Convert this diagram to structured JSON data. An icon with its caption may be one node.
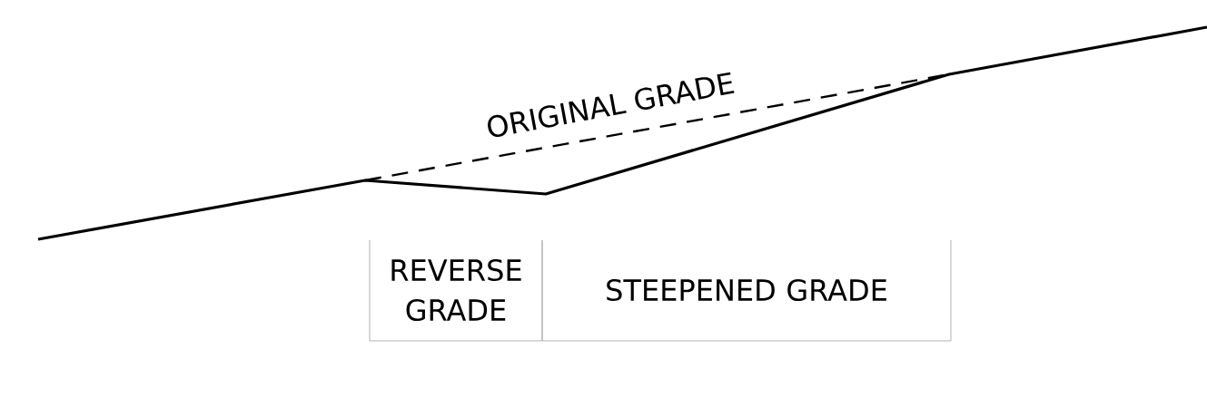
{
  "diagram": {
    "nodes": [
      {
        "text": [
          "REVERSE GRADE"
        ]
      },
      {
        "text": [
          "STEEPENED GRADE"
        ]
      }
    ],
    "labels": [
      "ORIGINAL GRADE"
    ]
  }
}
